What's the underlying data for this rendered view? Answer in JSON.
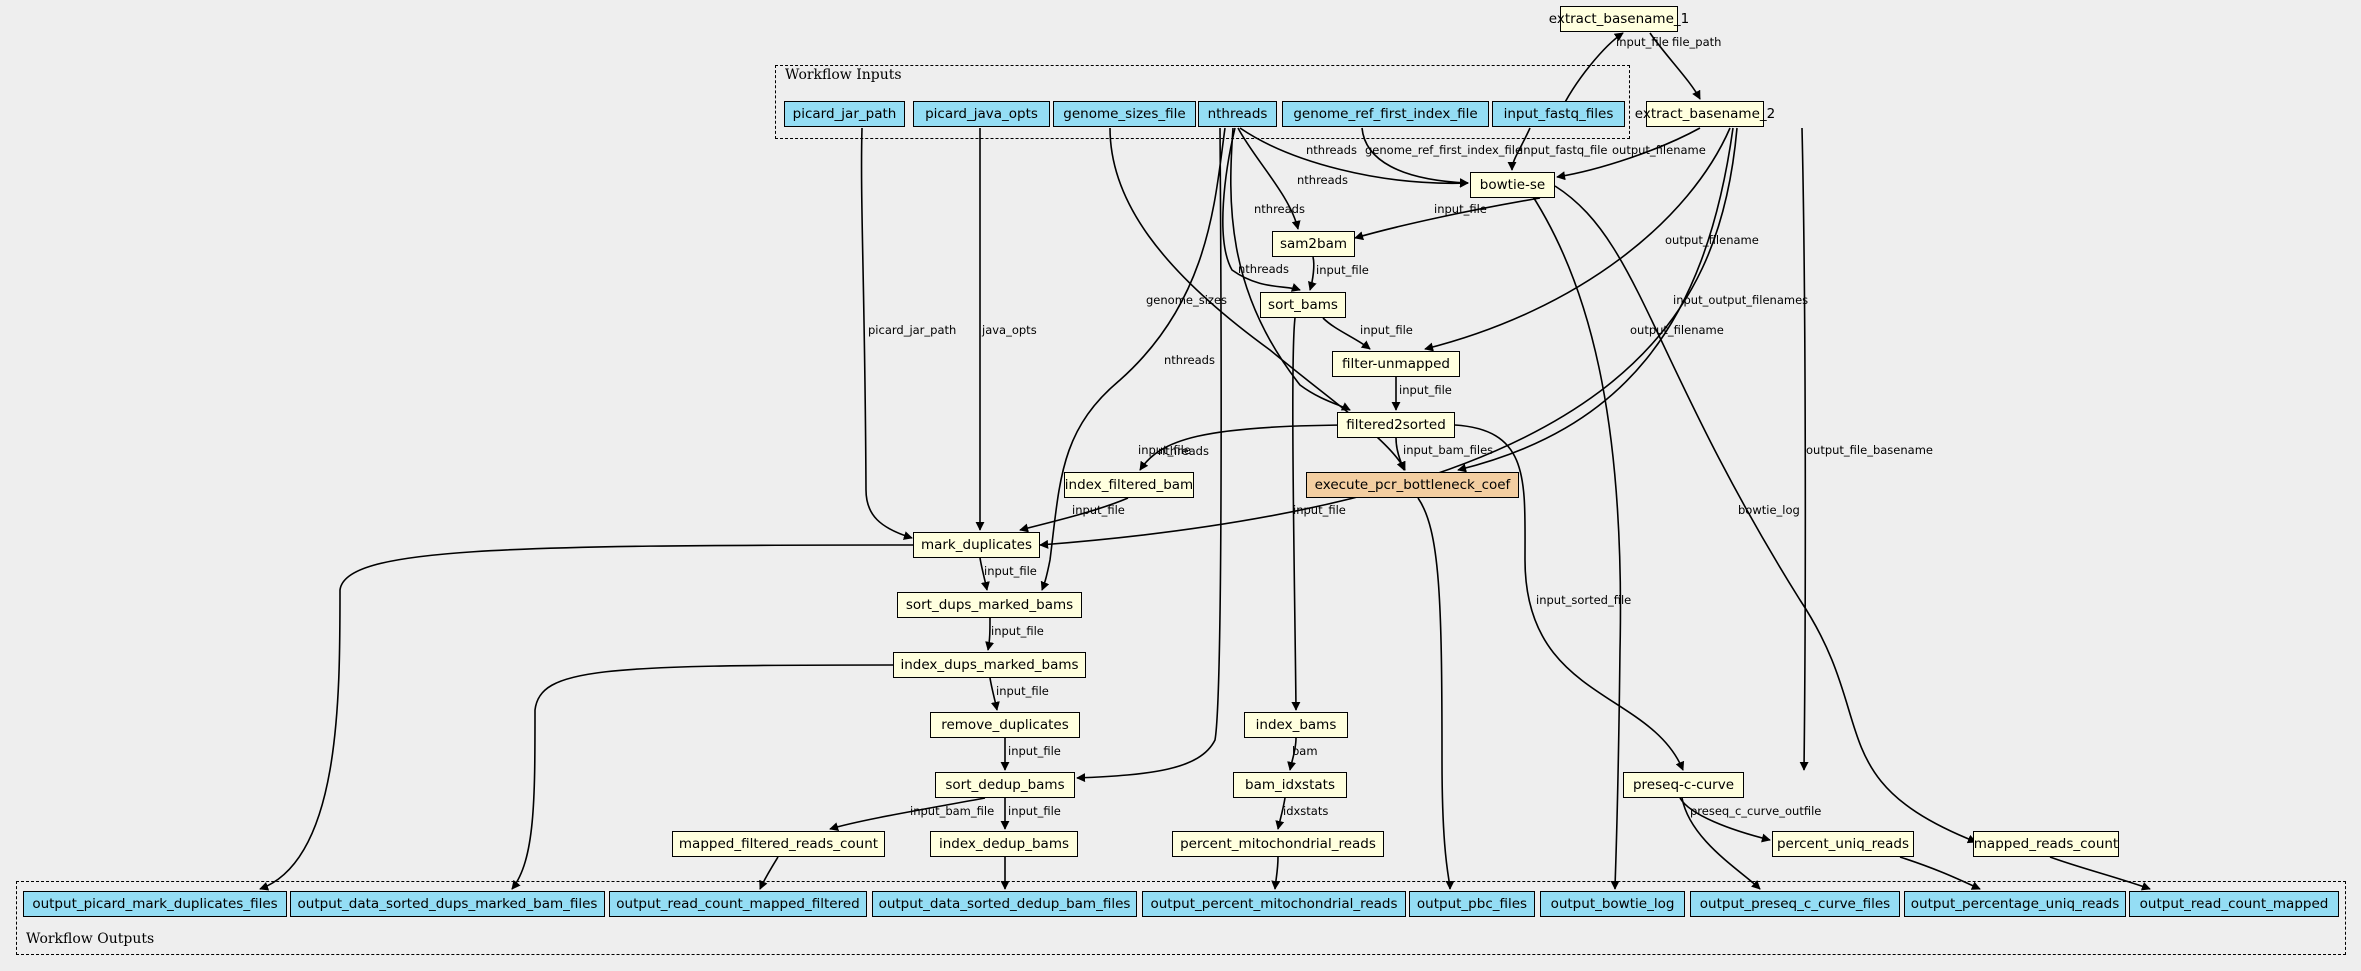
{
  "clusters": {
    "inputs": "Workflow Inputs",
    "outputs": "Workflow Outputs"
  },
  "nodes": {
    "extract_basename_1": "extract_basename_1",
    "extract_basename_2": "extract_basename_2",
    "picard_jar_path": "picard_jar_path",
    "picard_java_opts": "picard_java_opts",
    "genome_sizes_file": "genome_sizes_file",
    "nthreads": "nthreads",
    "genome_ref_first_index_file": "genome_ref_first_index_file",
    "input_fastq_files": "input_fastq_files",
    "bowtie_se": "bowtie-se",
    "sam2bam": "sam2bam",
    "sort_bams": "sort_bams",
    "filter_unmapped": "filter-unmapped",
    "filtered2sorted": "filtered2sorted",
    "index_filtered_bam": "index_filtered_bam",
    "execute_pcr_bottleneck_coef": "execute_pcr_bottleneck_coef",
    "mark_duplicates": "mark_duplicates",
    "sort_dups_marked_bams": "sort_dups_marked_bams",
    "index_dups_marked_bams": "index_dups_marked_bams",
    "remove_duplicates": "remove_duplicates",
    "sort_dedup_bams": "sort_dedup_bams",
    "mapped_filtered_reads_count": "mapped_filtered_reads_count",
    "index_dedup_bams": "index_dedup_bams",
    "index_bams": "index_bams",
    "bam_idxstats": "bam_idxstats",
    "percent_mitochondrial_reads": "percent_mitochondrial_reads",
    "preseq_c_curve": "preseq-c-curve",
    "percent_uniq_reads": "percent_uniq_reads",
    "mapped_reads_count": "mapped_reads_count",
    "output_picard_mark_duplicates_files": "output_picard_mark_duplicates_files",
    "output_data_sorted_dups_marked_bam_files": "output_data_sorted_dups_marked_bam_files",
    "output_read_count_mapped_filtered": "output_read_count_mapped_filtered",
    "output_data_sorted_dedup_bam_files": "output_data_sorted_dedup_bam_files",
    "output_percent_mitochondrial_reads": "output_percent_mitochondrial_reads",
    "output_pbc_files": "output_pbc_files",
    "output_bowtie_log": "output_bowtie_log",
    "output_preseq_c_curve_files": "output_preseq_c_curve_files",
    "output_percentage_uniq_reads": "output_percentage_uniq_reads",
    "output_read_count_mapped": "output_read_count_mapped"
  },
  "edges": [
    {
      "from": "input_fastq_files",
      "to": "extract_basename_1",
      "label": "input_file"
    },
    {
      "from": "extract_basename_1",
      "to": "extract_basename_2",
      "label": "file_path"
    },
    {
      "from": "nthreads",
      "to": "bowtie_se",
      "label": "nthreads"
    },
    {
      "from": "genome_ref_first_index_file",
      "to": "bowtie_se",
      "label": "genome_ref_first_index_file"
    },
    {
      "from": "input_fastq_files",
      "to": "bowtie_se",
      "label": "input_fastq_file"
    },
    {
      "from": "extract_basename_2",
      "to": "bowtie_se",
      "label": "output_filename"
    },
    {
      "from": "nthreads",
      "to": "sam2bam",
      "label": "nthreads"
    },
    {
      "from": "bowtie_se",
      "to": "sam2bam",
      "label": "input_file"
    },
    {
      "from": "nthreads",
      "to": "sort_bams",
      "label": "nthreads"
    },
    {
      "from": "sam2bam",
      "to": "sort_bams",
      "label": "input_file"
    },
    {
      "from": "sort_bams",
      "to": "filter_unmapped",
      "label": "input_file"
    },
    {
      "from": "extract_basename_2",
      "to": "filter_unmapped",
      "label": "output_filename"
    },
    {
      "from": "nthreads",
      "to": "filtered2sorted",
      "label": "nthreads"
    },
    {
      "from": "filter_unmapped",
      "to": "filtered2sorted",
      "label": "input_file"
    },
    {
      "from": "filtered2sorted",
      "to": "index_filtered_bam",
      "label": "input_file"
    },
    {
      "from": "genome_sizes_file",
      "to": "execute_pcr_bottleneck_coef",
      "label": "genome_sizes"
    },
    {
      "from": "filtered2sorted",
      "to": "execute_pcr_bottleneck_coef",
      "label": "input_bam_files"
    },
    {
      "from": "extract_basename_2",
      "to": "execute_pcr_bottleneck_coef",
      "label": "input_output_filenames"
    },
    {
      "from": "picard_jar_path",
      "to": "mark_duplicates",
      "label": "picard_jar_path"
    },
    {
      "from": "picard_java_opts",
      "to": "mark_duplicates",
      "label": "java_opts"
    },
    {
      "from": "index_filtered_bam",
      "to": "mark_duplicates",
      "label": "input_file"
    },
    {
      "from": "extract_basename_2",
      "to": "mark_duplicates",
      "label": "output_filename"
    },
    {
      "from": "nthreads",
      "to": "sort_dups_marked_bams",
      "label": "nthreads"
    },
    {
      "from": "mark_duplicates",
      "to": "sort_dups_marked_bams",
      "label": "input_file"
    },
    {
      "from": "sort_dups_marked_bams",
      "to": "index_dups_marked_bams",
      "label": "input_file"
    },
    {
      "from": "index_dups_marked_bams",
      "to": "remove_duplicates",
      "label": "input_file"
    },
    {
      "from": "nthreads",
      "to": "sort_dedup_bams",
      "label": "nthreads"
    },
    {
      "from": "remove_duplicates",
      "to": "sort_dedup_bams",
      "label": "input_file"
    },
    {
      "from": "sort_dedup_bams",
      "to": "mapped_filtered_reads_count",
      "label": "input_bam_file"
    },
    {
      "from": "sort_dedup_bams",
      "to": "index_dedup_bams",
      "label": "input_file"
    },
    {
      "from": "sort_bams",
      "to": "index_bams",
      "label": "input_file"
    },
    {
      "from": "index_bams",
      "to": "bam_idxstats",
      "label": "bam"
    },
    {
      "from": "bam_idxstats",
      "to": "percent_mitochondrial_reads",
      "label": "idxstats"
    },
    {
      "from": "filtered2sorted",
      "to": "preseq_c_curve",
      "label": "input_sorted_file"
    },
    {
      "from": "extract_basename_2",
      "to": "preseq_c_curve",
      "label": "output_file_basename"
    },
    {
      "from": "preseq_c_curve",
      "to": "percent_uniq_reads",
      "label": "preseq_c_curve_outfile"
    },
    {
      "from": "bowtie_se",
      "to": "mapped_reads_count",
      "label": "bowtie_log"
    },
    {
      "from": "mark_duplicates",
      "to": "output_picard_mark_duplicates_files",
      "label": ""
    },
    {
      "from": "index_dups_marked_bams",
      "to": "output_data_sorted_dups_marked_bam_files",
      "label": ""
    },
    {
      "from": "mapped_filtered_reads_count",
      "to": "output_read_count_mapped_filtered",
      "label": ""
    },
    {
      "from": "index_dedup_bams",
      "to": "output_data_sorted_dedup_bam_files",
      "label": ""
    },
    {
      "from": "percent_mitochondrial_reads",
      "to": "output_percent_mitochondrial_reads",
      "label": ""
    },
    {
      "from": "execute_pcr_bottleneck_coef",
      "to": "output_pbc_files",
      "label": ""
    },
    {
      "from": "bowtie_se",
      "to": "output_bowtie_log",
      "label": ""
    },
    {
      "from": "preseq_c_curve",
      "to": "output_preseq_c_curve_files",
      "label": ""
    },
    {
      "from": "percent_uniq_reads",
      "to": "output_percentage_uniq_reads",
      "label": ""
    },
    {
      "from": "mapped_reads_count",
      "to": "output_read_count_mapped",
      "label": ""
    }
  ]
}
